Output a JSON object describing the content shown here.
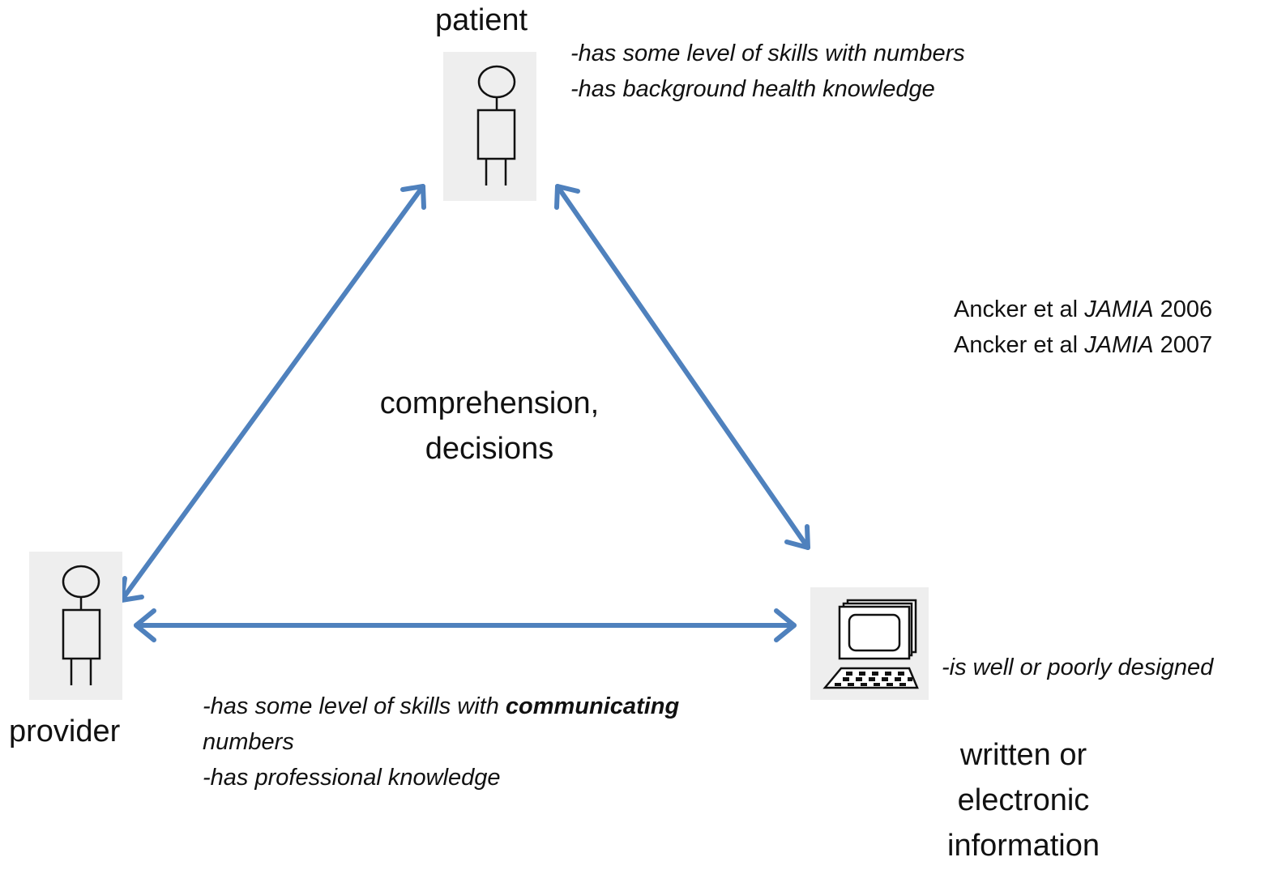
{
  "nodes": {
    "patient": {
      "label": "patient",
      "notes": [
        "-has some level of skills with numbers",
        "-has background health knowledge"
      ]
    },
    "provider": {
      "label": "provider",
      "notes": {
        "line1_prefix": "-has some level of skills with ",
        "line1_bold": "communicating",
        "line2": "numbers",
        "line3": "-has professional knowledge"
      }
    },
    "information": {
      "label_lines": [
        "written or",
        "electronic",
        "information"
      ],
      "note": "-is well or poorly designed"
    }
  },
  "center_label": [
    "comprehension,",
    "decisions"
  ],
  "citations": [
    {
      "prefix": "Ancker et al ",
      "journal": "JAMIA",
      "year": " 2006"
    },
    {
      "prefix": "Ancker et al ",
      "journal": "JAMIA",
      "year": " 2007"
    }
  ],
  "colors": {
    "arrow": "#4f81bd",
    "icon_bg": "#eeeeee",
    "icon_stroke": "#111111"
  },
  "icons": [
    "person-icon",
    "person-icon",
    "computer-icon"
  ]
}
